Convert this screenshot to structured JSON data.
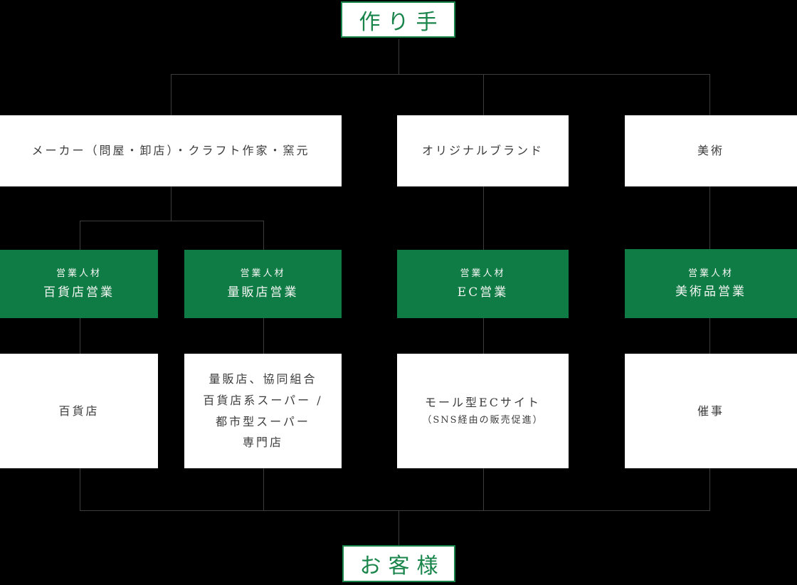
{
  "diagram": {
    "top_node": {
      "label": "作り手"
    },
    "bottom_node": {
      "label": "お客様"
    },
    "makers": [
      {
        "label": "メーカー（問屋・卸店）・クラフト作家・窯元"
      },
      {
        "label": "オリジナルブランド"
      },
      {
        "label": "美術"
      }
    ],
    "sales_teams": [
      {
        "role": "営業人材",
        "dept": "百貨店営業"
      },
      {
        "role": "営業人材",
        "dept": "量販店営業"
      },
      {
        "role": "営業人材",
        "dept": "EC営業"
      },
      {
        "role": "営業人材",
        "dept": "美術品営業"
      }
    ],
    "channels": [
      {
        "line1": "百貨店"
      },
      {
        "line1": "量販店、協同組合",
        "line2": "百貨店系スーパー /",
        "line3": "都市型スーパー",
        "line4": "専門店"
      },
      {
        "line1": "モール型ECサイト",
        "line2": "（SNS経由の販売促進）"
      },
      {
        "line1": "催事"
      }
    ],
    "colors": {
      "background": "#000000",
      "connector_line": "#3d3d3d",
      "green_fill": "#0f7c45",
      "green_accent": "#19854b",
      "box_text": "#3c3c3c",
      "box_background": "#ffffff"
    }
  }
}
